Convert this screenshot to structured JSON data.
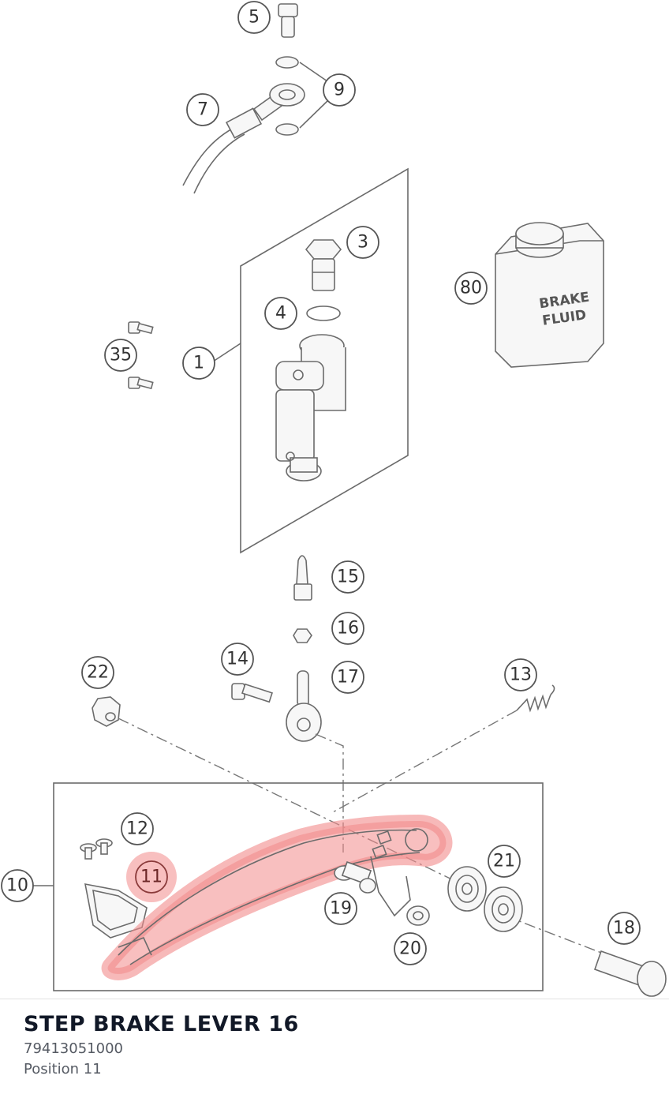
{
  "diagram": {
    "callouts": [
      {
        "id": "5",
        "label": "5"
      },
      {
        "id": "9",
        "label": "9"
      },
      {
        "id": "7",
        "label": "7"
      },
      {
        "id": "3",
        "label": "3"
      },
      {
        "id": "80",
        "label": "80"
      },
      {
        "id": "4",
        "label": "4"
      },
      {
        "id": "35",
        "label": "35"
      },
      {
        "id": "1",
        "label": "1"
      },
      {
        "id": "15",
        "label": "15"
      },
      {
        "id": "16",
        "label": "16"
      },
      {
        "id": "14",
        "label": "14"
      },
      {
        "id": "22",
        "label": "22"
      },
      {
        "id": "17",
        "label": "17"
      },
      {
        "id": "13",
        "label": "13"
      },
      {
        "id": "12",
        "label": "12"
      },
      {
        "id": "11",
        "label": "11",
        "highlighted": true
      },
      {
        "id": "10",
        "label": "10"
      },
      {
        "id": "21",
        "label": "21"
      },
      {
        "id": "19",
        "label": "19"
      },
      {
        "id": "20",
        "label": "20"
      },
      {
        "id": "18",
        "label": "18"
      }
    ],
    "bottle_text": [
      "BRAKE",
      "FLUID"
    ],
    "highlight_color": "#f28b8b"
  },
  "part": {
    "title": "STEP BRAKE LEVER 16",
    "number": "79413051000",
    "position": "Position 11"
  }
}
